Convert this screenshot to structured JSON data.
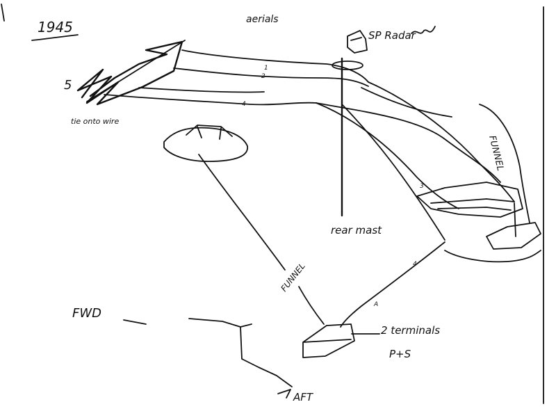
{
  "labels": {
    "year": "1945",
    "aerials": "aerials",
    "sp_radar": "SP Radar",
    "num_5": "5",
    "tie_onto_wire": "tie onto wire",
    "funnel_right": "FUNNEL",
    "rear_mast": "rear mast",
    "funnel_bottom": "FUNNEL",
    "fwd": "FWD",
    "aft": "AFT",
    "two_terminals": "2 terminals",
    "p_plus_s": "P+S",
    "wire_1": "1",
    "wire_2": "2",
    "wire_3": "3",
    "wire_4": "4",
    "wire_4b": "4",
    "wire_a": "A"
  },
  "colors": {
    "ink": "#111111",
    "paper": "#ffffff"
  }
}
